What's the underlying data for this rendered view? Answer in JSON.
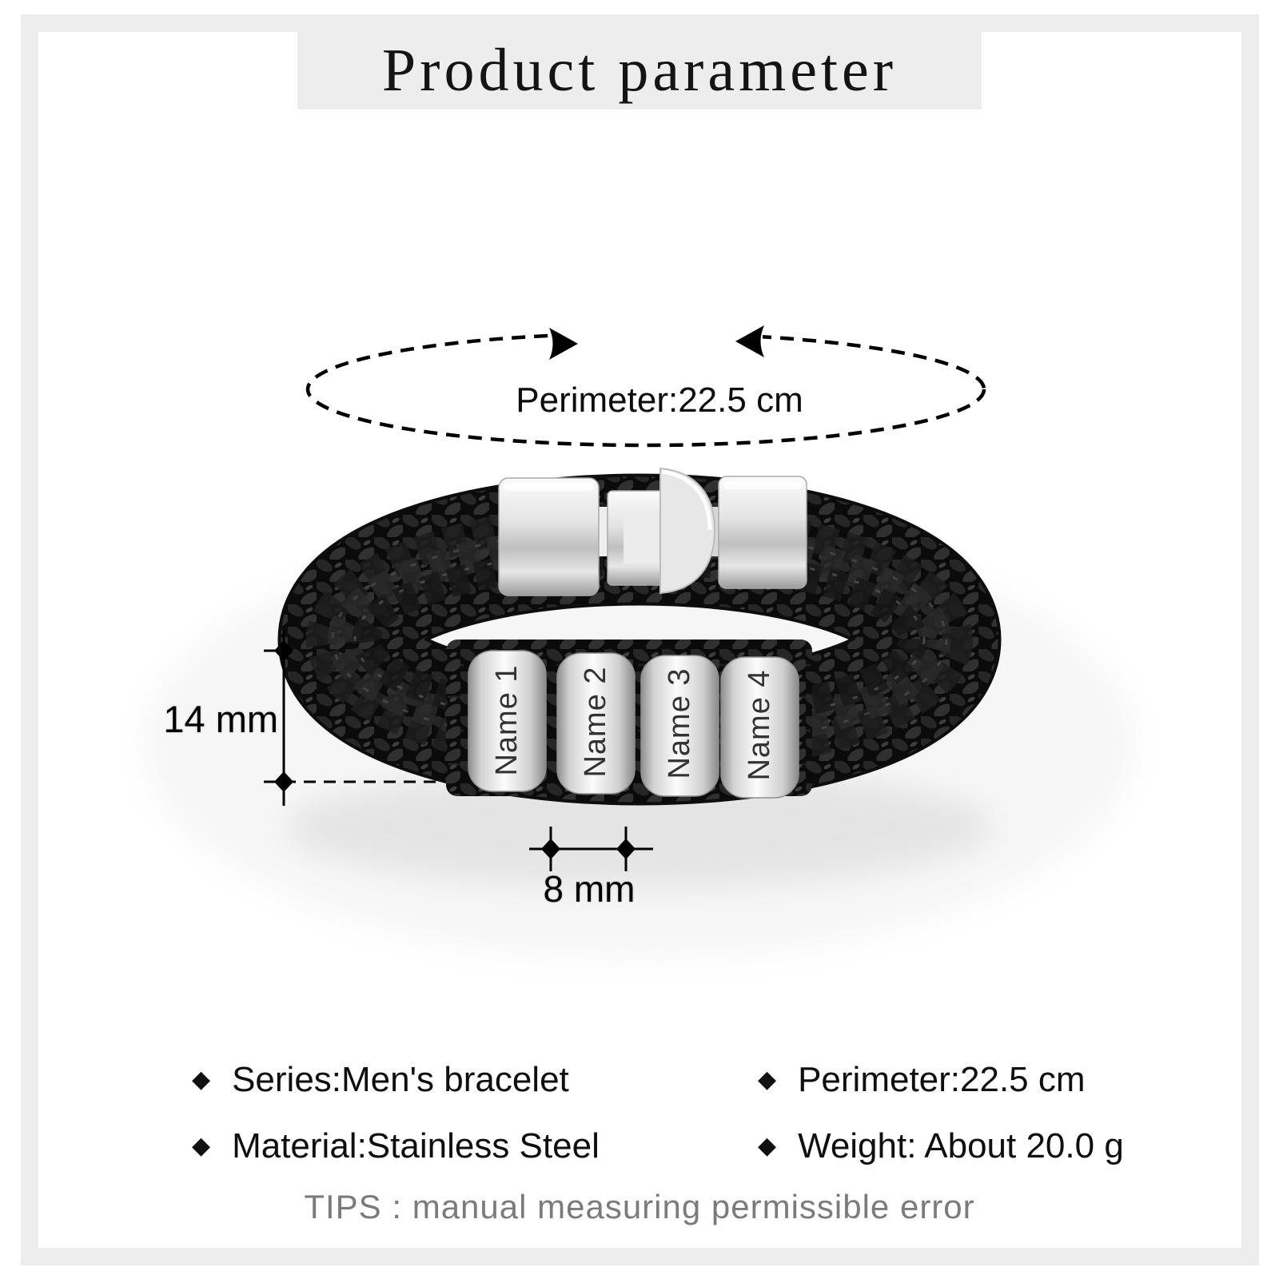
{
  "header": {
    "title": "Product parameter"
  },
  "product": {
    "perimeter_annotation": "Perimeter:22.5 cm",
    "height_dimension": "14 mm",
    "bead_dimension": "8 mm",
    "beads": [
      "Name 1",
      "Name 2",
      "Name 3",
      "Name 4"
    ]
  },
  "specs": {
    "bullet": "◆",
    "items": [
      {
        "label": "Series:Men's bracelet"
      },
      {
        "label": "Material:Stainless Steel"
      },
      {
        "label": "Perimeter:22.5 cm"
      },
      {
        "label": "Weight: About 20.0 g"
      }
    ]
  },
  "tips": {
    "text": "TIPS : manual measuring permissible error"
  },
  "colors": {
    "frame": "#ededed",
    "banner": "#ededed",
    "braid": "#0d0d0d",
    "silver": "#d9d9d9",
    "tips_text": "#7b7b7b"
  }
}
